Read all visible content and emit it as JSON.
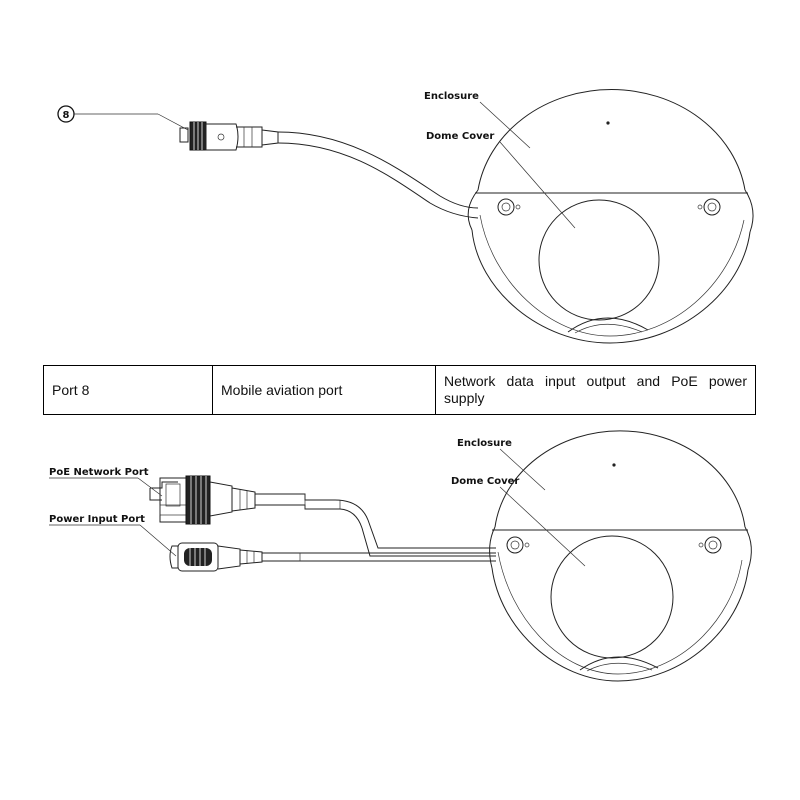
{
  "top_figure": {
    "marker": "8",
    "labels": {
      "enclosure": "Enclosure",
      "dome_cover": "Dome Cover"
    }
  },
  "table": {
    "rows": [
      {
        "port": "Port 8",
        "name": "Mobile aviation port",
        "function": "Network data input output and PoE power supply"
      }
    ]
  },
  "bottom_figure": {
    "labels": {
      "enclosure": "Enclosure",
      "dome_cover": "Dome Cover",
      "poe_network_port": "PoE Network Port",
      "power_input_port": "Power Input Port"
    }
  }
}
